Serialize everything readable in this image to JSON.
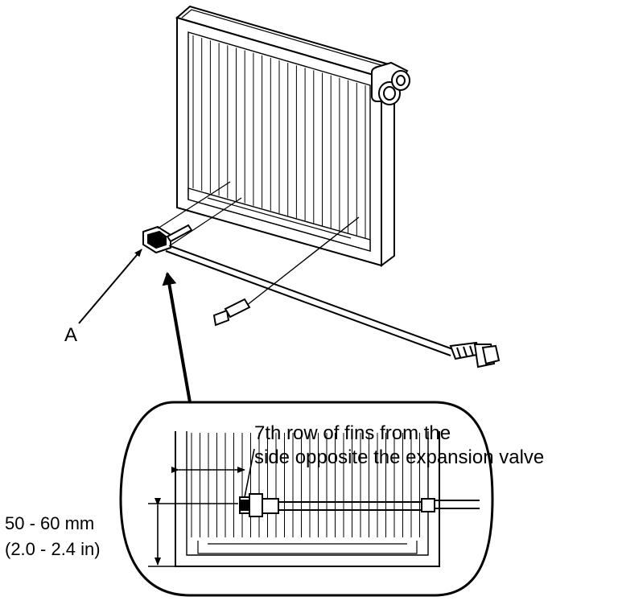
{
  "labels": {
    "part_a": "A",
    "callout_line1": "7th row of fins from the",
    "callout_line2": "side opposite the expansion valve",
    "dimension_mm": "50 - 60 mm",
    "dimension_in": "(2.0 - 2.4 in)"
  },
  "colors": {
    "line": "#000000",
    "background": "#ffffff"
  },
  "icons": [
    "evaporator-core",
    "temperature-sensor",
    "sensor-connector",
    "expansion-valve-port"
  ]
}
